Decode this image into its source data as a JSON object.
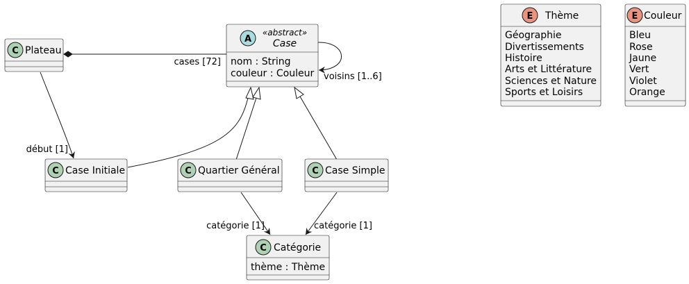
{
  "diagram": {
    "classes": {
      "plateau": {
        "badge": "C",
        "name": "Plateau",
        "attributes": []
      },
      "case": {
        "badge": "A",
        "stereotype": "«abstract»",
        "name": "Case",
        "attributes": [
          "nom : String",
          "couleur : Couleur"
        ]
      },
      "case_initiale": {
        "badge": "C",
        "name": "Case Initiale",
        "attributes": []
      },
      "quartier_general": {
        "badge": "C",
        "name": "Quartier Général",
        "attributes": []
      },
      "case_simple": {
        "badge": "C",
        "name": "Case Simple",
        "attributes": []
      },
      "categorie": {
        "badge": "C",
        "name": "Catégorie",
        "attributes": [
          "thème : Thème"
        ]
      }
    },
    "enums": {
      "theme": {
        "badge": "E",
        "name": "Thème",
        "values": [
          "Géographie",
          "Divertissements",
          "Histoire",
          "Arts et Littérature",
          "Sciences et Nature",
          "Sports et Loisirs"
        ]
      },
      "couleur": {
        "badge": "E",
        "name": "Couleur",
        "values": [
          "Bleu",
          "Rose",
          "Jaune",
          "Vert",
          "Violet",
          "Orange"
        ]
      }
    },
    "relations": {
      "plateau_cases": {
        "type": "composition",
        "label": "cases [72]"
      },
      "case_voisins": {
        "type": "association",
        "label": "voisins [1..6]"
      },
      "plateau_debut": {
        "type": "association",
        "label": "début [1]"
      },
      "qg_categorie": {
        "type": "association",
        "label": "catégorie [1]"
      },
      "simple_categorie": {
        "type": "association",
        "label": "catégorie [1]"
      },
      "initiale_case": {
        "type": "generalization",
        "label": ""
      },
      "qg_case": {
        "type": "generalization",
        "label": ""
      },
      "simple_case": {
        "type": "generalization",
        "label": ""
      }
    }
  }
}
